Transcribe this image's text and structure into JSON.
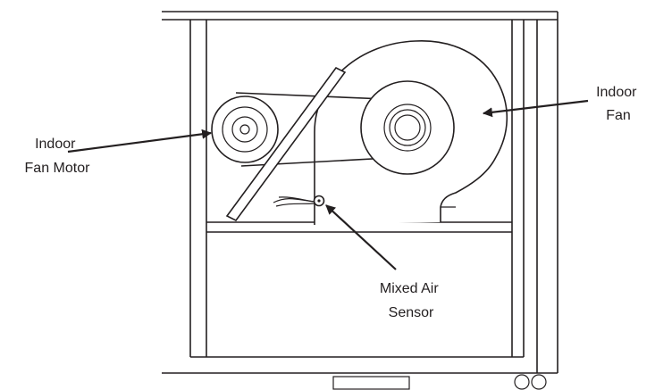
{
  "labels": {
    "indoor_fan_motor": [
      "Indoor",
      "Fan Motor"
    ],
    "indoor_fan": [
      "Indoor",
      "Fan"
    ],
    "mixed_air_sensor": [
      "Mixed Air",
      "Sensor"
    ]
  },
  "colors": {
    "line": "#231f20",
    "background": "#ffffff"
  }
}
